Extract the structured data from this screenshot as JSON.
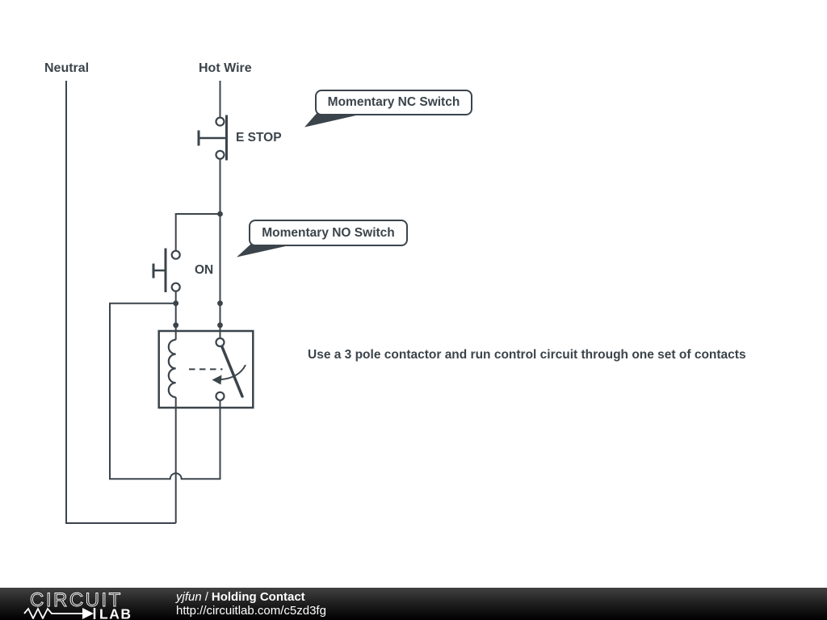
{
  "diagram": {
    "labels": {
      "neutral": "Neutral",
      "hot_wire": "Hot Wire",
      "estop": "E STOP",
      "on_switch": "ON",
      "note": "Use a 3 pole contactor and run control circuit through one set of contacts"
    },
    "callouts": {
      "nc_switch": "Momentary NC Switch",
      "no_switch": "Momentary NO Switch"
    },
    "colors": {
      "wire": "#3b444b",
      "canvas_bg": "#ffffff"
    }
  },
  "footer": {
    "logo_circuit": "CIRCUIT",
    "logo_lab": "LAB",
    "author": "yjfun",
    "separator": "/",
    "title": "Holding Contact",
    "url": "http://circuitlab.com/c5zd3fg",
    "bar_top_color": "#414141",
    "bar_bottom_color": "#000000"
  }
}
